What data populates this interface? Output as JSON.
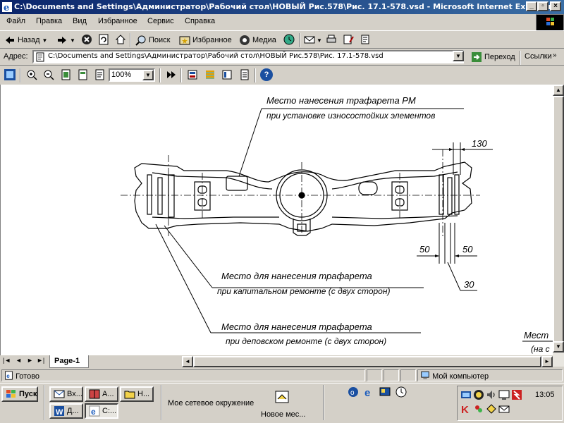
{
  "window": {
    "title": "C:\\Documents and Settings\\Администратор\\Рабочий стол\\НОВЫЙ Рис.578\\Рис. 17.1-578.vsd - Microsoft Internet Explorer",
    "minimize": "_",
    "restore": "▫",
    "close": "×"
  },
  "menu": [
    "Файл",
    "Правка",
    "Вид",
    "Избранное",
    "Сервис",
    "Справка"
  ],
  "toolbar": {
    "back": "Назад",
    "search": "Поиск",
    "favorites": "Избранное",
    "media": "Медиа"
  },
  "address": {
    "label": "Адрес:",
    "value": "C:\\Documents and Settings\\Администратор\\Рабочий стол\\НОВЫЙ Рис.578\\Рис. 17.1-578.vsd",
    "go": "Переход",
    "links": "Ссылки"
  },
  "visio": {
    "zoom": "100%",
    "help_icon": "?"
  },
  "drawing": {
    "label_pm_1": "Место нанесения трафарета РМ",
    "label_pm_2": "при установке износостойких элементов",
    "label_cap_1": "Место для нанесения трафарета",
    "label_cap_2": "при капитальном ремонте (с двух сторон)",
    "label_dep_1": "Место для нанесения трафарета",
    "label_dep_2": "при деповском ремонте (с двух сторон)",
    "label_cut_1": "Мест",
    "label_cut_2": "(на с",
    "dim_130": "130",
    "dim_50_left": "50",
    "dim_50_right": "50",
    "dim_30": "30"
  },
  "page_tabs": {
    "page1": "Page-1"
  },
  "status": {
    "text": "Готово",
    "zone": "Мой компьютер"
  },
  "taskbar": {
    "start": "Пуск",
    "tasks": [
      "Вх...",
      "А...",
      "Н...",
      "Д...",
      "C:..."
    ],
    "network_label": "Мое сетевое окружение",
    "new_place_label": "Новое мес...",
    "clock": "13:05"
  },
  "colors": {
    "title_start": "#0a246a",
    "title_end": "#3a6ea5",
    "face": "#d4d0c8",
    "canvas": "#ffffff"
  }
}
